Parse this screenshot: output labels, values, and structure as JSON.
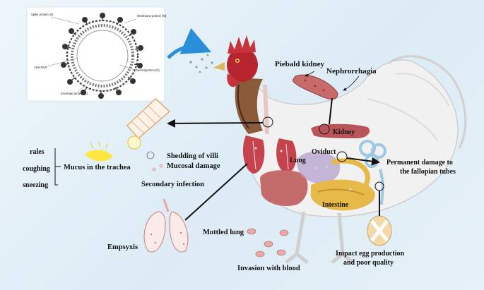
{
  "virus": {
    "spike": "Spike protein (S)",
    "membrane": "Membrane protein (M)",
    "rna": "Viral RNA",
    "nucleo": "Nucleoprotein (N)",
    "envelope": "Envelope protein (E)"
  },
  "labels": {
    "piebald_kidney": "Piebald kidney",
    "nephrorrhagia": "Nephrorrhagia",
    "kidney": "Kidney",
    "oviduct": "Oviduct",
    "lung": "Lung",
    "intestine": "Intestine",
    "permanent_damage": "Permanent damage to",
    "permanent_damage_2": "the fallopian tubes",
    "shedding": "Shedding of villi",
    "mucosal": "Mucosal damage",
    "secondary": "Secondary infection",
    "rales": "rales",
    "coughing": "coughing",
    "sneezing": "sneezing",
    "mucus": "Mucus in the trachea",
    "empsyxis": "Empsyxis",
    "mottled": "Mottled lung",
    "blood": "Invasion with blood",
    "egg": "Impact egg production",
    "egg_2": "and poor quality"
  },
  "colors": {
    "background": "#e3eef6",
    "arrow_blue": "#2a8fd8",
    "kidney": "#b9555a",
    "lung": "#c4434c",
    "intestine": "#e7b948",
    "oviduct_coil": "#9ec8e4"
  }
}
